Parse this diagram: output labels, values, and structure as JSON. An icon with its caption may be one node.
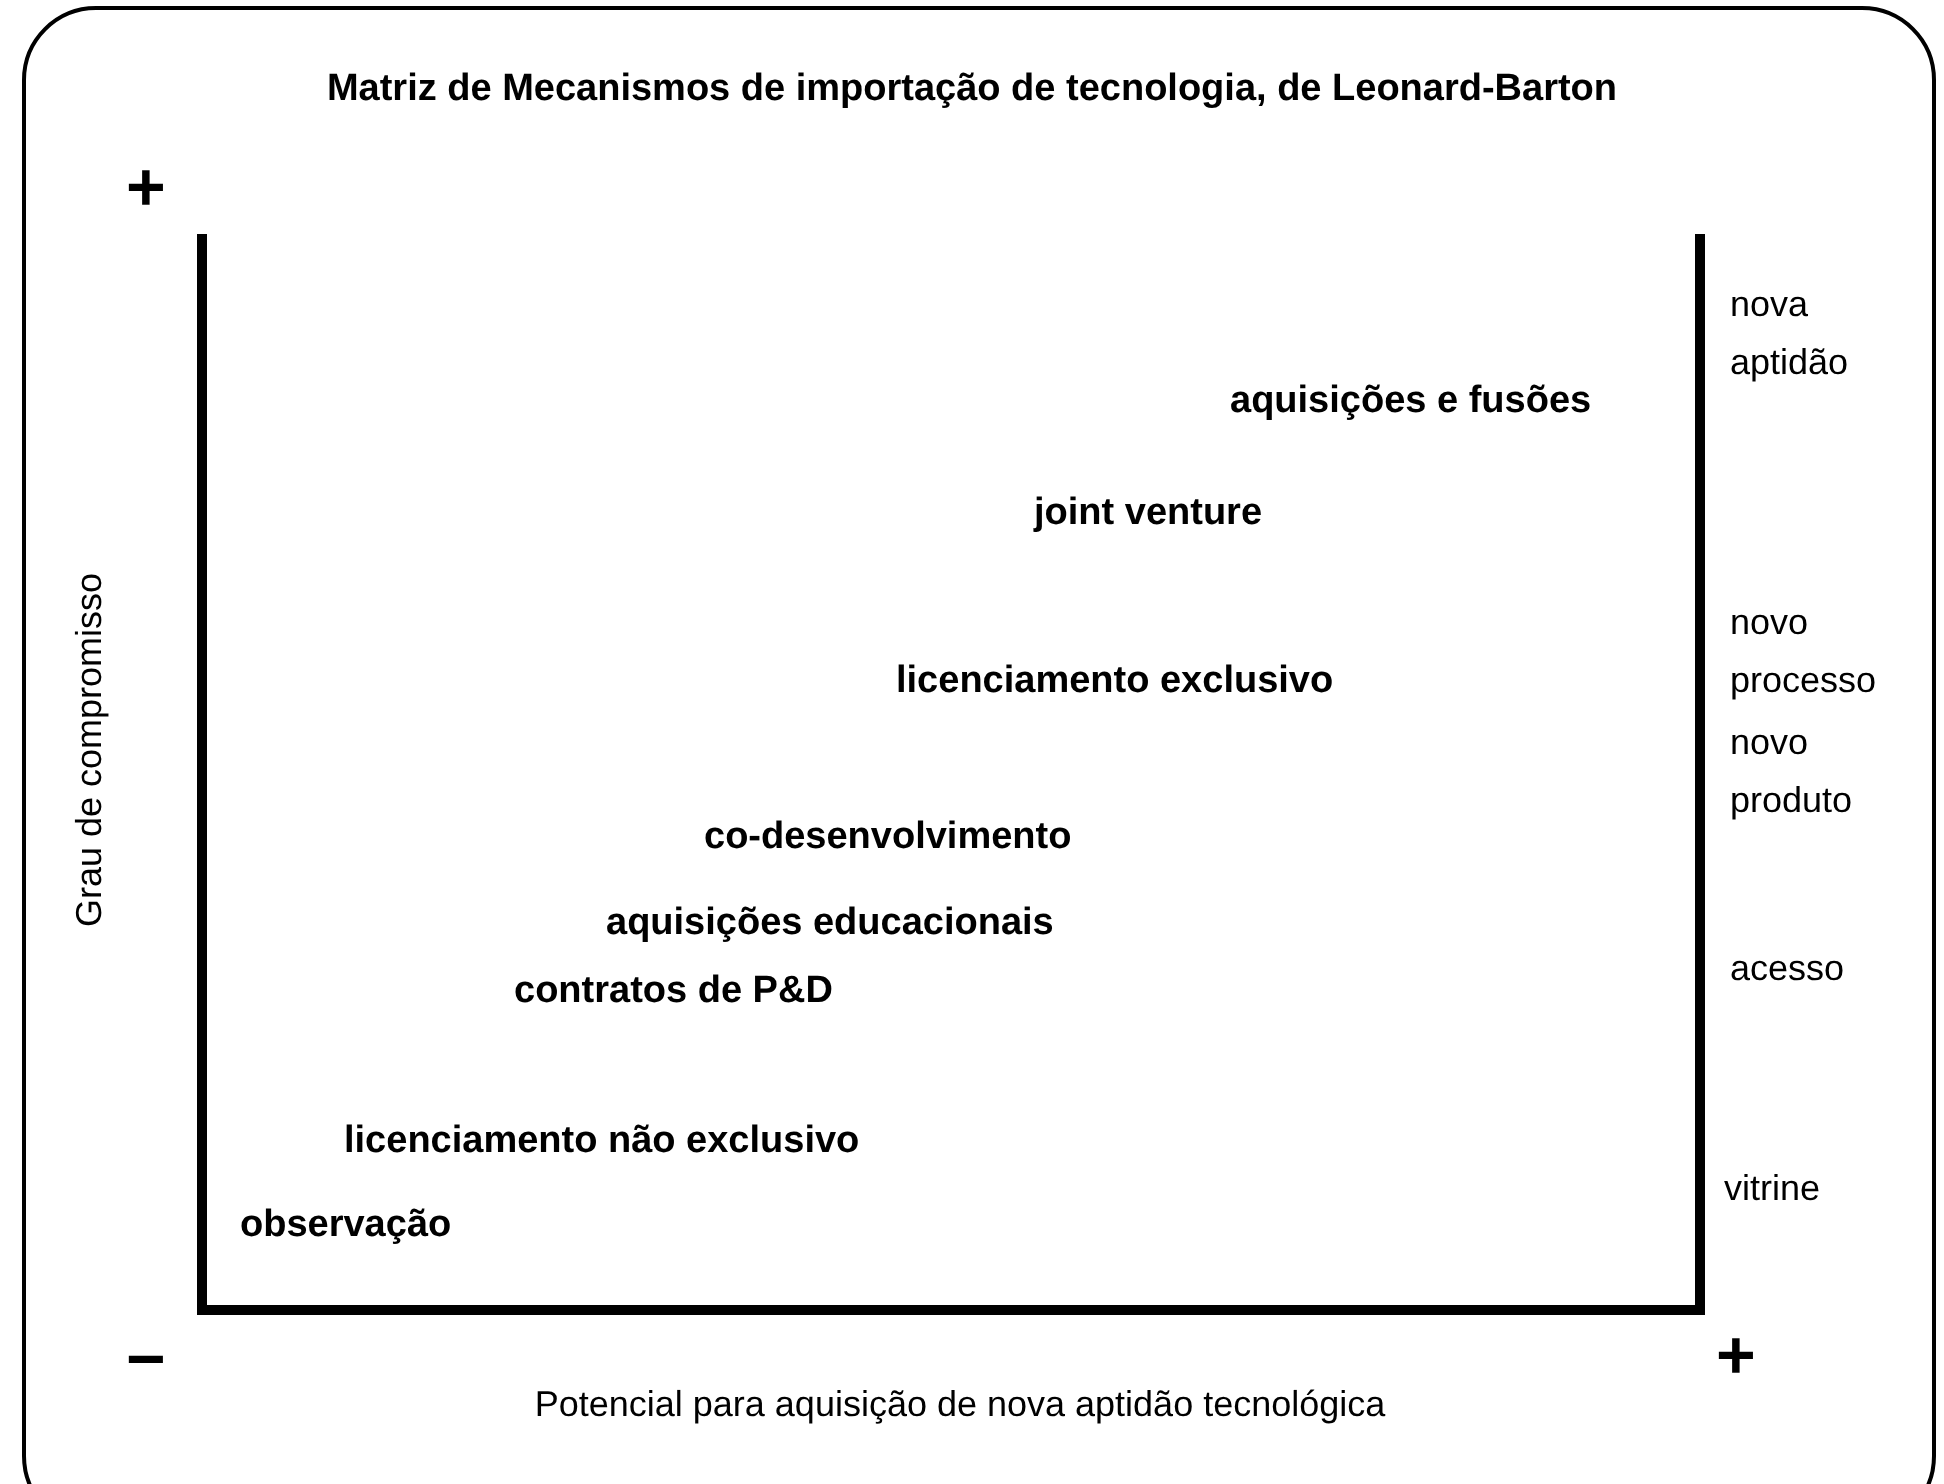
{
  "diagram": {
    "title": "Matriz de Mecanismos de importação de tecnologia, de Leonard-Barton",
    "labels": [
      "+",
      "nova aptidão",
      "aquisições e fusões",
      "joint venture",
      "Grau de compromisso",
      "novo processo",
      "licenciamento exclusivo",
      "novo produto",
      "co-desenvolvimento",
      "aquisições educacionais",
      "acesso",
      "contratos de P&D",
      "licenciamento não exclusivo",
      "vitrine",
      "observação",
      "−",
      "+",
      "Potencial para aquisição de nova aptidão tecnológica"
    ]
  }
}
